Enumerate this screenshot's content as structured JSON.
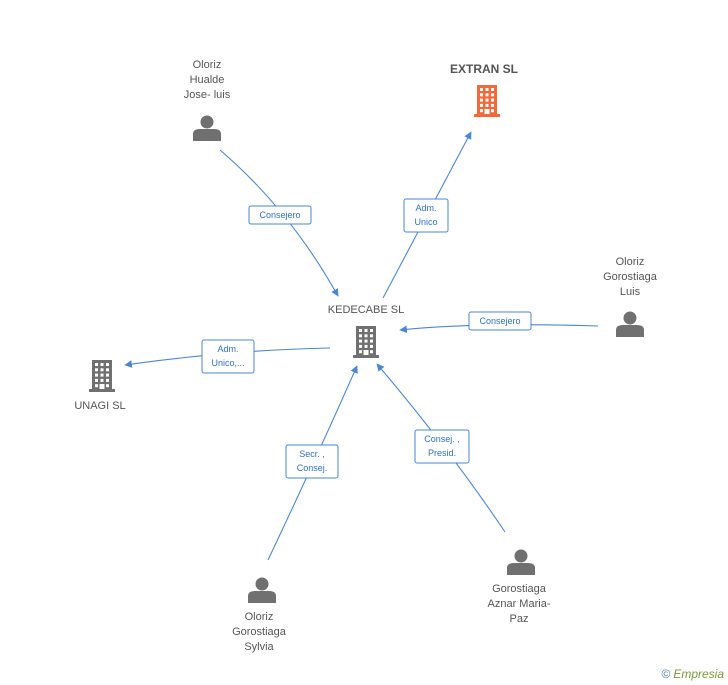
{
  "colors": {
    "accent_company": "#f26a3a",
    "company": "#707070",
    "person": "#707070",
    "edge": "#4a86d8"
  },
  "nodes": [
    {
      "id": "kedecabe",
      "type": "company",
      "lines": [
        "KEDECABE SL"
      ],
      "highlight": false,
      "icon": "building-icon"
    },
    {
      "id": "extran",
      "type": "company",
      "lines": [
        "EXTRAN SL"
      ],
      "highlight": true,
      "icon": "building-icon"
    },
    {
      "id": "unagi",
      "type": "company",
      "lines": [
        "UNAGI SL"
      ],
      "highlight": false,
      "icon": "building-icon"
    },
    {
      "id": "hualde",
      "type": "person",
      "lines": [
        "Oloriz",
        "Hualde",
        "Jose- luis"
      ],
      "icon": "person-icon"
    },
    {
      "id": "luis",
      "type": "person",
      "lines": [
        "Oloriz",
        "Gorostiaga",
        "Luis"
      ],
      "icon": "person-icon"
    },
    {
      "id": "sylvia",
      "type": "person",
      "lines": [
        "Oloriz",
        "Gorostiaga",
        "Sylvia"
      ],
      "icon": "person-icon"
    },
    {
      "id": "mariapaz",
      "type": "person",
      "lines": [
        "Gorostiaga",
        "Aznar Maria-",
        "Paz"
      ],
      "icon": "person-icon"
    }
  ],
  "edges": [
    {
      "from": "hualde",
      "to": "kedecabe",
      "lines": [
        "Consejero"
      ]
    },
    {
      "from": "kedecabe",
      "to": "extran",
      "lines": [
        "Adm.",
        "Unico"
      ]
    },
    {
      "from": "luis",
      "to": "kedecabe",
      "lines": [
        "Consejero"
      ]
    },
    {
      "from": "kedecabe",
      "to": "unagi",
      "lines": [
        "Adm.",
        "Unico,..."
      ]
    },
    {
      "from": "sylvia",
      "to": "kedecabe",
      "lines": [
        "Secr. ,",
        "Consej."
      ]
    },
    {
      "from": "mariapaz",
      "to": "kedecabe",
      "lines": [
        "Consej. ,",
        "Presid."
      ]
    }
  ],
  "footer": {
    "copyright": "©",
    "brand": "Empresia"
  }
}
